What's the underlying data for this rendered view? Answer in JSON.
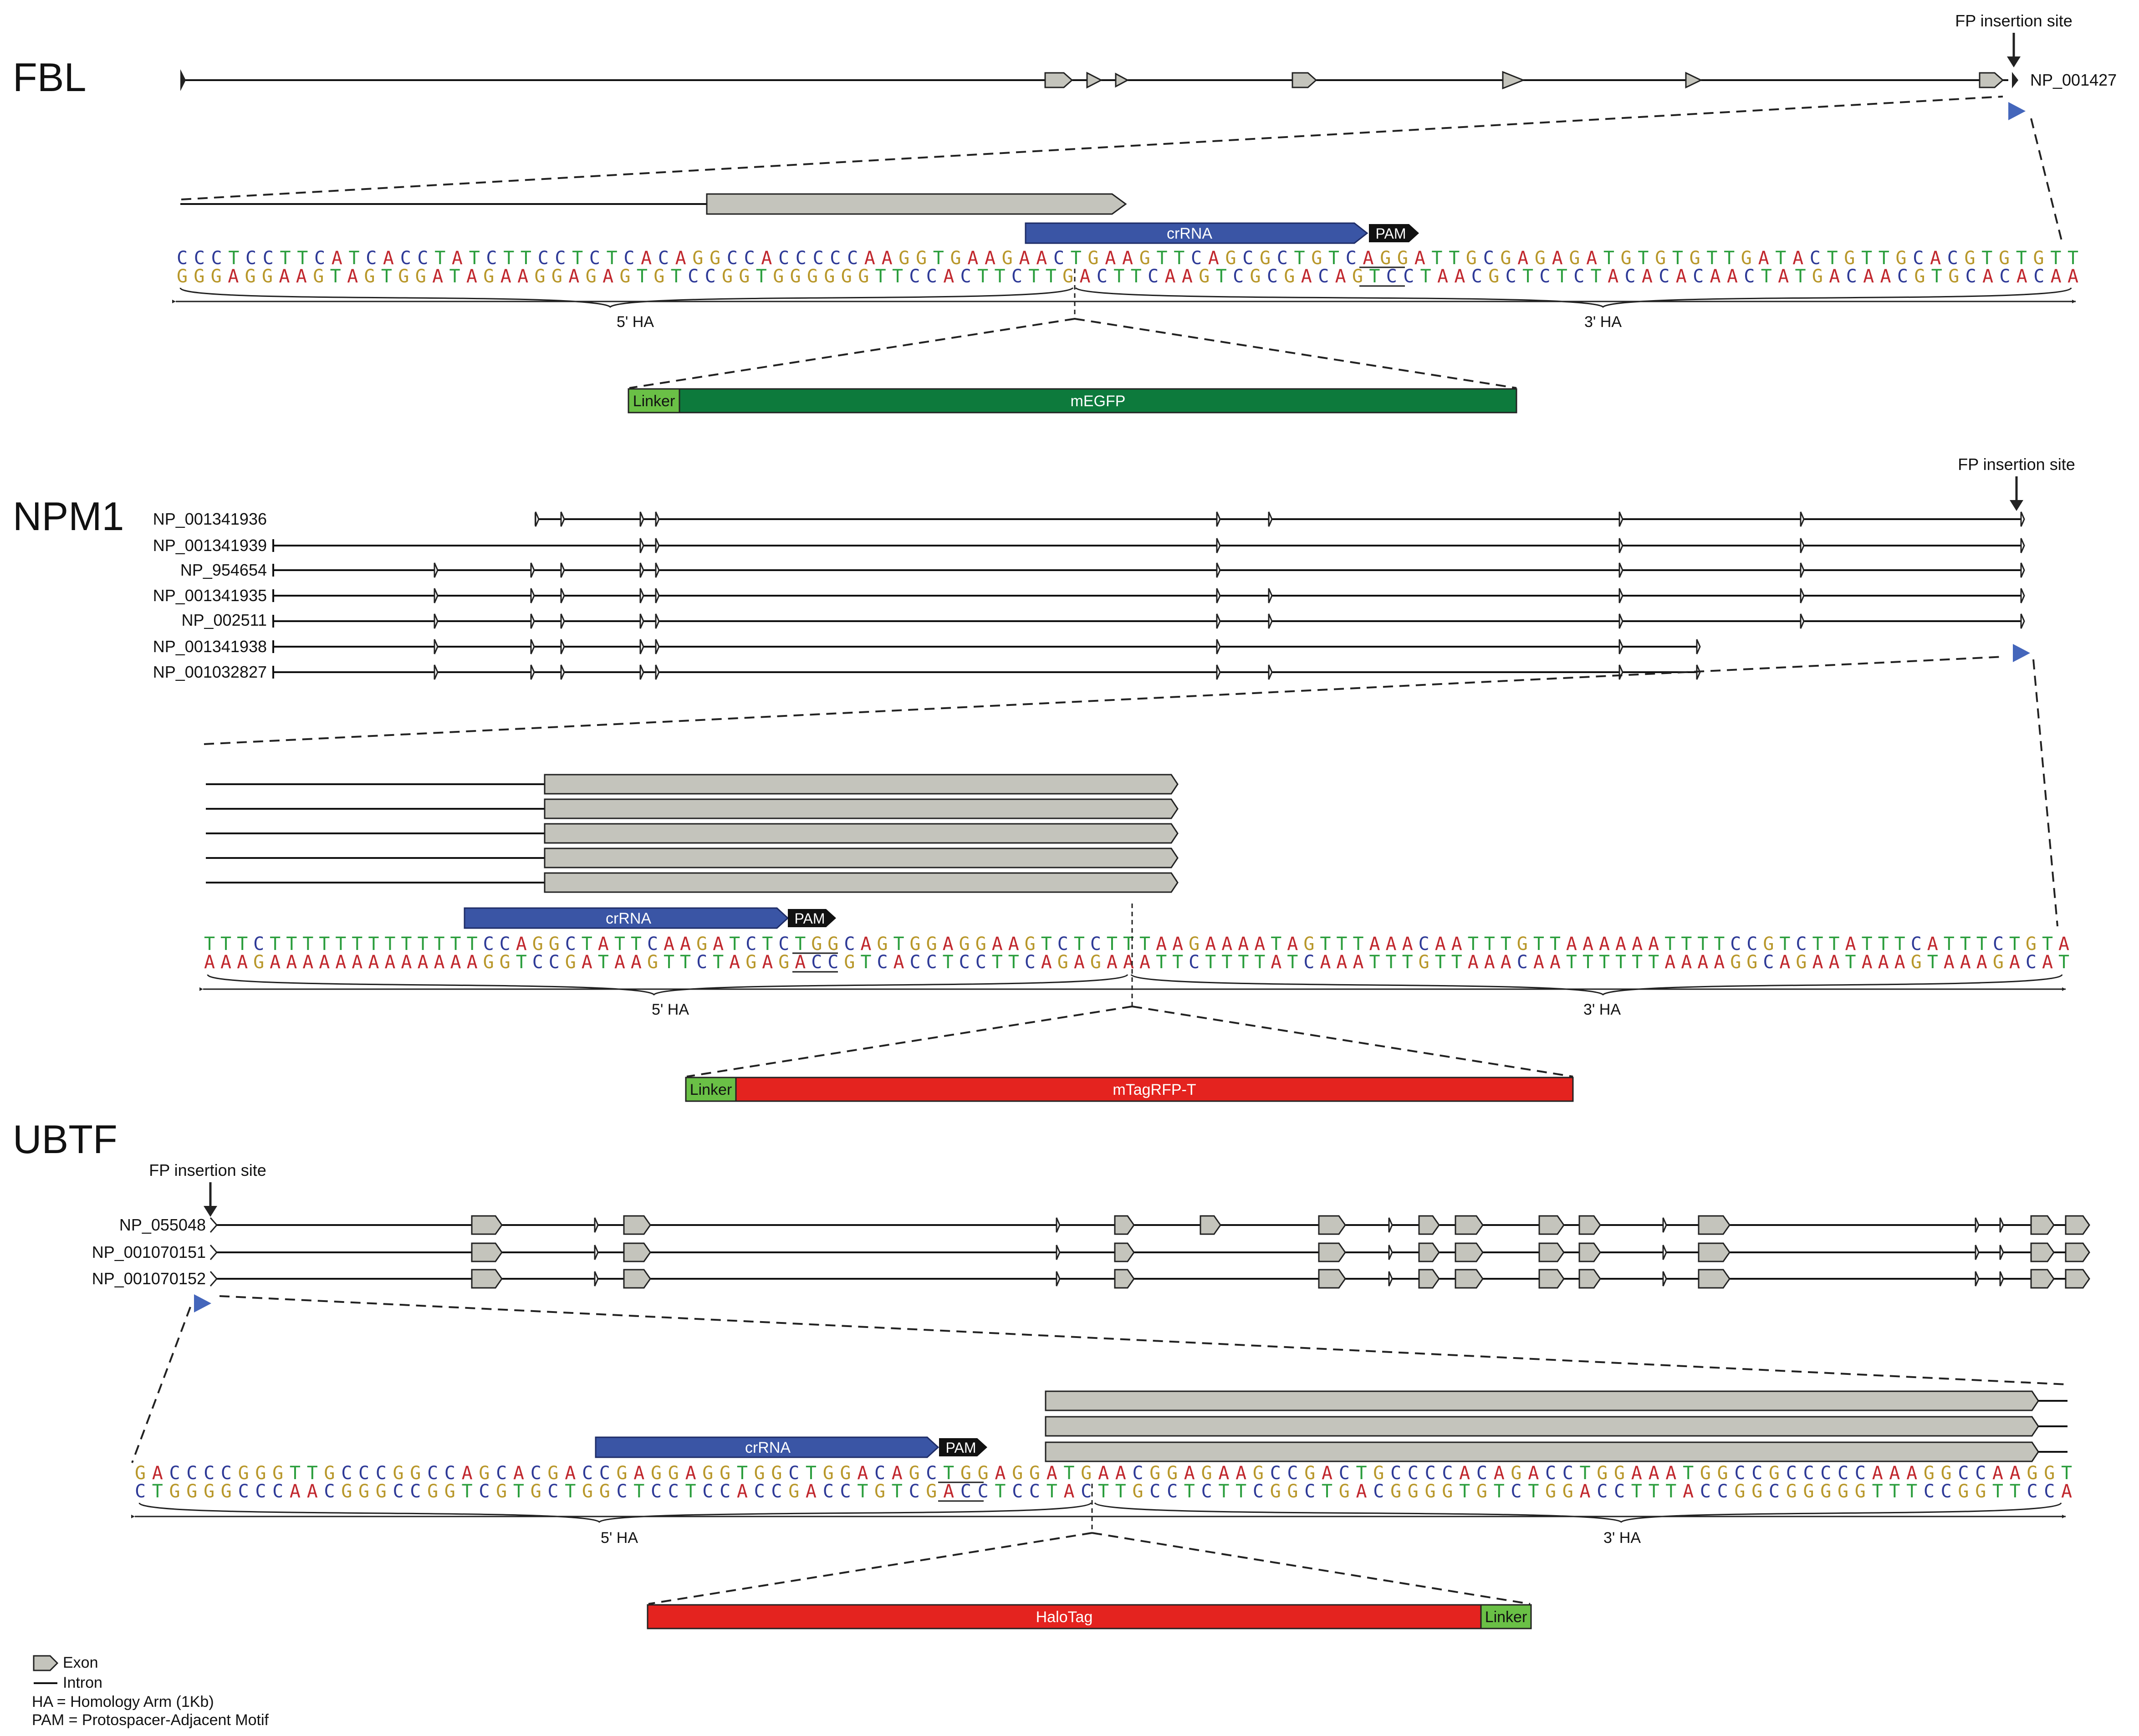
{
  "fp_site_label": "FP insertion site",
  "crrna_label": "crRNA",
  "pam_label": "PAM",
  "ha5_label": "5' HA",
  "ha3_label": "3' HA",
  "base_colors": {
    "A": "#c0272d",
    "C": "#2e3a97",
    "G": "#b8972a",
    "T": "#2a9d3c"
  },
  "colors": {
    "exon_fill": "#c4c4bc",
    "crrna": "#3a55a5",
    "marker": "#4466bb",
    "linker": "#6ac046",
    "egfp": "#0d7a3c",
    "red_fp": "#e4231f"
  },
  "genes": [
    {
      "name": "FBL",
      "transcripts": [
        "NP_001427"
      ],
      "seq_top": "CCCTCCTTCATCACCTATCTTCCTCTCACAGGCCACCCCCAAGGTGAAGAACTGAAGTTCAGCGCTGTCAGGATTGCGAGAGATGTGTGTTGATACTGTTGCACGTGTGTT",
      "seq_bottom": "GGGAGGAAGTAGTGGATAGAAGGAGAGTGTCCGGTGGGGGGTTCCACTTCTTGACTTCAAGTCGCGACAGTCCTAACGCTCTCTACACACAACTATGACAACGTGCACACAA",
      "tag": [
        "Linker",
        "mEGFP"
      ]
    },
    {
      "name": "NPM1",
      "transcripts": [
        "NP_001341936",
        "NP_001341939",
        "NP_954654",
        "NP_001341935",
        "NP_002511",
        "NP_001341938",
        "NP_001032827"
      ],
      "seq_top": "TTTCTTTTTTTTTTTTTCCAGGCTATTCAAGATCTCTGGCAGTGGAGGAAGTCTCTTTAAGAAAATAGTTTAAACAATTTGTTAAAAAATTTTCCGTCTTATTTCATTTCTGTA",
      "seq_bottom": "AAAGAAAAAAAAAAAAAGGTCCGATAAGTTCTAGAGACCGTCACCTCCTTCAGAGAAATTCTTTTATCAAATTTGTTAAACAATTTTTTAAAAGGCAGAATAAAGTAAAGACAT",
      "tag": [
        "Linker",
        "mTagRFP-T"
      ]
    },
    {
      "name": "UBTF",
      "transcripts": [
        "NP_055048",
        "NP_001070151",
        "NP_001070152"
      ],
      "seq_top": "GACCCCGGGTTGCCCGGCCAGCACGACCGAGGAGGTGGCTGGACAGCTGGAGGATGAACGGAGAAGCCGACTGCCCCACAGACCTGGAAATGGCCGCCCCCAAAGGCCAAGGT",
      "seq_bottom": "CTGGGGCCCAACGGGCCGGTCGTGCTGGCTCCTCCACCGACCTGTCGACCTCCTACTTGCCTCTTCGGCTGACGGGGTGTCTGGACCTTTACCGGCGGGGGTTTCCGGTTCCA",
      "tag": [
        "HaloTag",
        "Linker"
      ]
    }
  ],
  "legend": {
    "exon": "Exon",
    "intron": "Intron",
    "ha_def": "HA = Homology Arm (1Kb)",
    "pam_def": "PAM = Protospacer-Adjacent Motif"
  }
}
